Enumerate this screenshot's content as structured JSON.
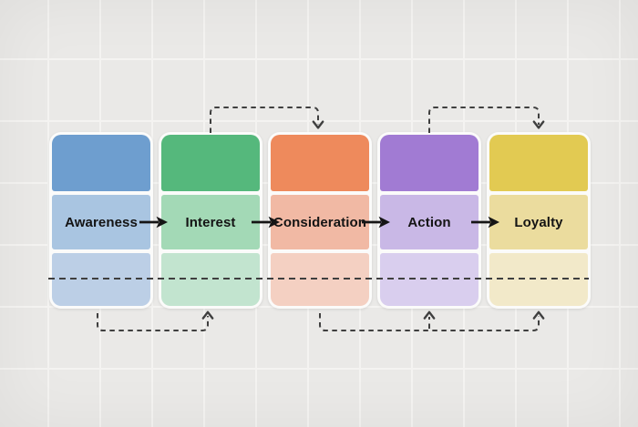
{
  "canvas": {
    "background": "#eae9e7",
    "grid_line_color": "#f4f3f1"
  },
  "diagram": {
    "type": "funnel-flow",
    "stages": [
      {
        "label": "Awareness",
        "colors": {
          "top": "#6e9ecf",
          "middle": "#a9c5e1",
          "bottom": "#bccfe6"
        }
      },
      {
        "label": "Interest",
        "colors": {
          "top": "#55b87c",
          "middle": "#a3d9b6",
          "bottom": "#c2e4cf"
        }
      },
      {
        "label": "Consideration",
        "colors": {
          "top": "#ee8a5c",
          "middle": "#f1b9a4",
          "bottom": "#f4d0c2"
        }
      },
      {
        "label": "Action",
        "colors": {
          "top": "#a17bd3",
          "middle": "#c9b8e6",
          "bottom": "#d9ceee"
        }
      },
      {
        "label": "Loyalty",
        "colors": {
          "top": "#e2ca52",
          "middle": "#ebdc9e",
          "bottom": "#f2e9c9"
        }
      }
    ],
    "flow_arrow_color": "#151515",
    "connector_color": "#3f3f3f",
    "flow_arrows": [
      {
        "from": "Awareness",
        "to": "Interest"
      },
      {
        "from": "Interest",
        "to": "Consideration"
      },
      {
        "from": "Consideration",
        "to": "Action"
      },
      {
        "from": "Action",
        "to": "Loyalty"
      }
    ],
    "dashed_connectors": {
      "top": [
        {
          "from": "Interest",
          "to": "Consideration"
        },
        {
          "from": "Action",
          "to": "Loyalty"
        }
      ],
      "bottom": [
        {
          "from": "Awareness",
          "to": "Interest"
        },
        {
          "from": "Consideration",
          "to": "Action"
        },
        {
          "from": "Consideration",
          "to": "Loyalty"
        }
      ],
      "baseline": {
        "style": "dashed",
        "runs_through": "bottom row of all stages"
      }
    }
  }
}
